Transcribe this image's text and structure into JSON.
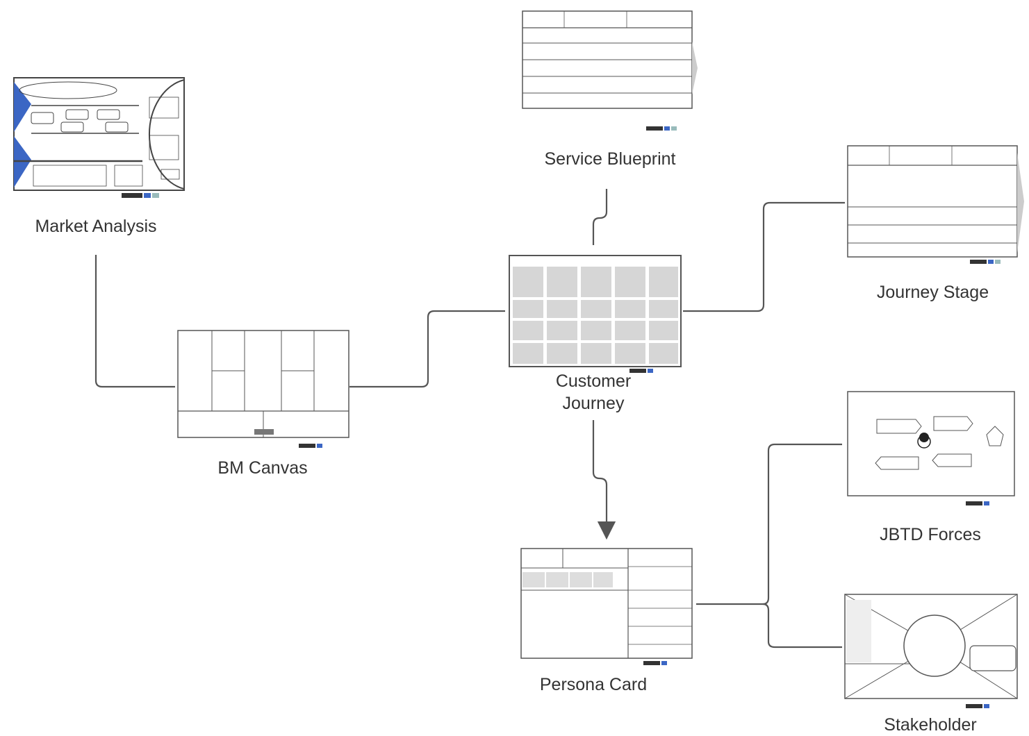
{
  "nodes": {
    "market_analysis": {
      "label": "Market Analysis"
    },
    "service_blueprint": {
      "label": "Service Blueprint"
    },
    "journey_stage": {
      "label": "Journey Stage"
    },
    "bm_canvas": {
      "label": "BM Canvas"
    },
    "customer_journey": {
      "label_line1": "Customer",
      "label_line2": "Journey"
    },
    "jbtd_forces": {
      "label": "JBTD Forces"
    },
    "persona_card": {
      "label": "Persona Card"
    },
    "stakeholder": {
      "label": "Stakeholder"
    }
  },
  "colors": {
    "line": "#555555",
    "frame": "#444444",
    "panel": "#d9d9d9",
    "accent": "#3b66c4"
  }
}
